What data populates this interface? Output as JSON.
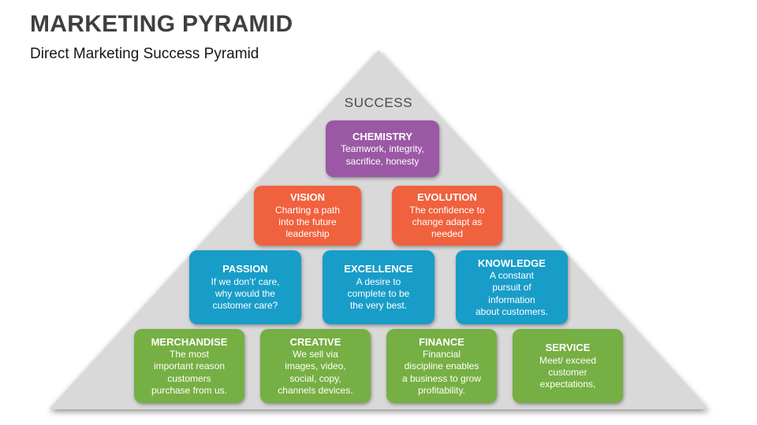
{
  "header": {
    "title": "MARKETING PYRAMID",
    "subtitle": "Direct Marketing Success Pyramid"
  },
  "pyramid": {
    "apex_label": "SUCCESS",
    "colors": {
      "triangle": "#D9D9D9",
      "purple": "#9B58A5",
      "orange": "#F0613E",
      "blue": "#189DC9",
      "green": "#76AF43"
    },
    "blocks": [
      {
        "id": "chemistry",
        "title": "CHEMISTRY",
        "body": "Teamwork, integrity,\nsacrifice, honesty",
        "color": "#9B58A5"
      },
      {
        "id": "vision",
        "title": "VISION",
        "body": "Charting a path\ninto the future\nleadership",
        "color": "#F0613E"
      },
      {
        "id": "evolution",
        "title": "EVOLUTION",
        "body": "The confidence to\nchange adapt as\nneeded",
        "color": "#F0613E"
      },
      {
        "id": "passion",
        "title": "PASSION",
        "body": "If we don’t’ care,\nwhy would the\ncustomer care?",
        "color": "#189DC9"
      },
      {
        "id": "excellence",
        "title": "EXCELLENCE",
        "body": "A desire to\ncomplete to be\nthe very best.",
        "color": "#189DC9"
      },
      {
        "id": "knowledge",
        "title": "KNOWLEDGE",
        "body": "A constant\npursuit of\ninformation\nabout customers.",
        "color": "#189DC9"
      },
      {
        "id": "merchandise",
        "title": "MERCHANDISE",
        "body": "The most\nimportant reason\ncustomers\npurchase from us.",
        "color": "#76AF43"
      },
      {
        "id": "creative",
        "title": "CREATIVE",
        "body": "We sell via\nimages, video,\nsocial, copy,\nchannels devices.",
        "color": "#76AF43"
      },
      {
        "id": "finance",
        "title": "FINANCE",
        "body": "Financial\ndiscipline enables\na business to grow\nprofitability.",
        "color": "#76AF43"
      },
      {
        "id": "service",
        "title": "SERVICE",
        "body": "Meet/ exceed\ncustomer\nexpectations,",
        "color": "#76AF43"
      }
    ]
  }
}
